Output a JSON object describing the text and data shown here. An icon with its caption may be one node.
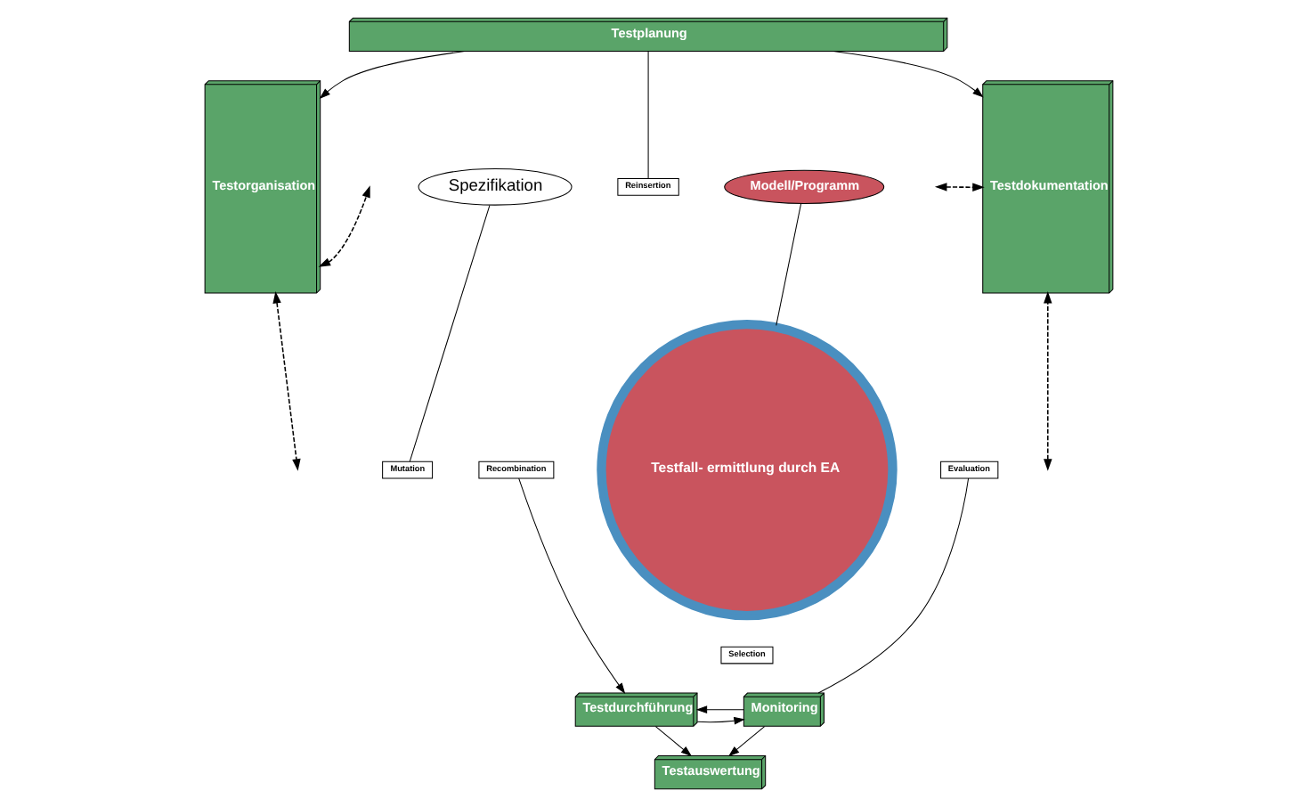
{
  "diagram": {
    "nodes": [
      {
        "text": [
          "Testplanung"
        ]
      },
      {
        "text": [
          "Testorganisation"
        ]
      },
      {
        "text": [
          "Testdokumentation"
        ]
      },
      {
        "text": [
          "Spezifikation"
        ]
      },
      {
        "text": [
          "Modell/Programm"
        ]
      },
      {
        "text": [
          "Testfall- ermittlung durch EA"
        ]
      },
      {
        "text": [
          "Reinsertion"
        ]
      },
      {
        "text": [
          "Mutation"
        ]
      },
      {
        "text": [
          "Recombination"
        ]
      },
      {
        "text": [
          "Selection"
        ]
      },
      {
        "text": [
          "Evaluation"
        ]
      },
      {
        "text": [
          "Testdurchführung"
        ]
      },
      {
        "text": [
          "Monitoring"
        ]
      },
      {
        "text": [
          "Testauswertung"
        ]
      }
    ],
    "edges": [
      {
        "from": 0,
        "to": 1,
        "arrow": "to"
      },
      {
        "from": 0,
        "to": 2,
        "arrow": "to"
      },
      {
        "from": 0,
        "to": 6,
        "arrow": "none"
      },
      {
        "from": 3,
        "to": 7,
        "arrow": "none"
      },
      {
        "from": 4,
        "to": 5,
        "arrow": "none"
      },
      {
        "from": 10,
        "to": 12,
        "arrow": "none"
      },
      {
        "from": 8,
        "to": 11,
        "arrow": "to"
      },
      {
        "from": 11,
        "to": 12,
        "arrow": "to"
      },
      {
        "from": 12,
        "to": 11,
        "arrow": "to"
      },
      {
        "from": 11,
        "to": 13,
        "arrow": "to"
      },
      {
        "from": 12,
        "to": 13,
        "arrow": "to"
      },
      {
        "from": 1,
        "to": null,
        "arrow": "both",
        "style": "dashed"
      },
      {
        "from": 1,
        "to": null,
        "arrow": "both",
        "style": "dashed"
      },
      {
        "from": null,
        "to": 2,
        "arrow": "both",
        "style": "dashed"
      },
      {
        "from": null,
        "to": 2,
        "arrow": "both",
        "style": "dashed"
      }
    ]
  }
}
